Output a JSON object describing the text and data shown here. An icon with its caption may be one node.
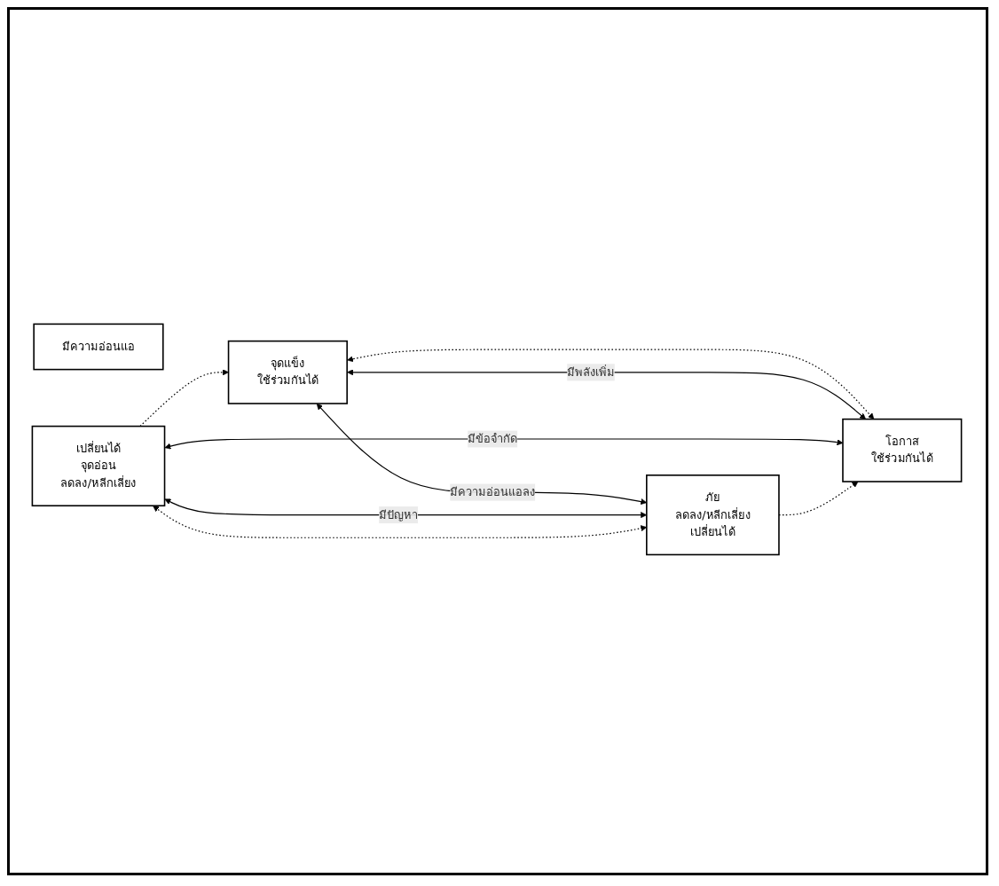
{
  "diagram": {
    "nodes": [
      {
        "text": [
          "จุดแข็ง",
          "ใช้ร่วมกันได้"
        ]
      },
      {
        "text": [
          "มีความอ่อนแอ"
        ]
      },
      {
        "text": [
          "เปลี่ยนได้",
          "จุดอ่อน",
          "ลดลง/หลีกเลี่ยง"
        ]
      },
      {
        "text": [
          "โอกาส",
          "ใช้ร่วมกันได้"
        ]
      },
      {
        "text": [
          "ภัย",
          "ลดลง/หลีกเลี่ยง",
          "เปลี่ยนได้"
        ]
      }
    ],
    "edges": [
      {
        "from": 2,
        "to": 0,
        "arrow": "to",
        "style": "dashed"
      },
      {
        "from": 0,
        "to": 3,
        "arrow": "both",
        "style": "dashed"
      },
      {
        "from": 0,
        "to": 3,
        "arrow": "both",
        "label": "มีพลังเพิ่ม"
      },
      {
        "from": 0,
        "to": 4,
        "arrow": "both",
        "label": "มีความอ่อนแอลง"
      },
      {
        "from": 2,
        "to": 3,
        "arrow": "both",
        "label": "มีข้อจำกัด"
      },
      {
        "from": 2,
        "to": 4,
        "arrow": "both",
        "label": "มีปัญหา"
      },
      {
        "from": 2,
        "to": 4,
        "arrow": "both",
        "style": "dashed"
      },
      {
        "from": 4,
        "to": 3,
        "arrow": "to",
        "style": "dashed"
      }
    ]
  }
}
